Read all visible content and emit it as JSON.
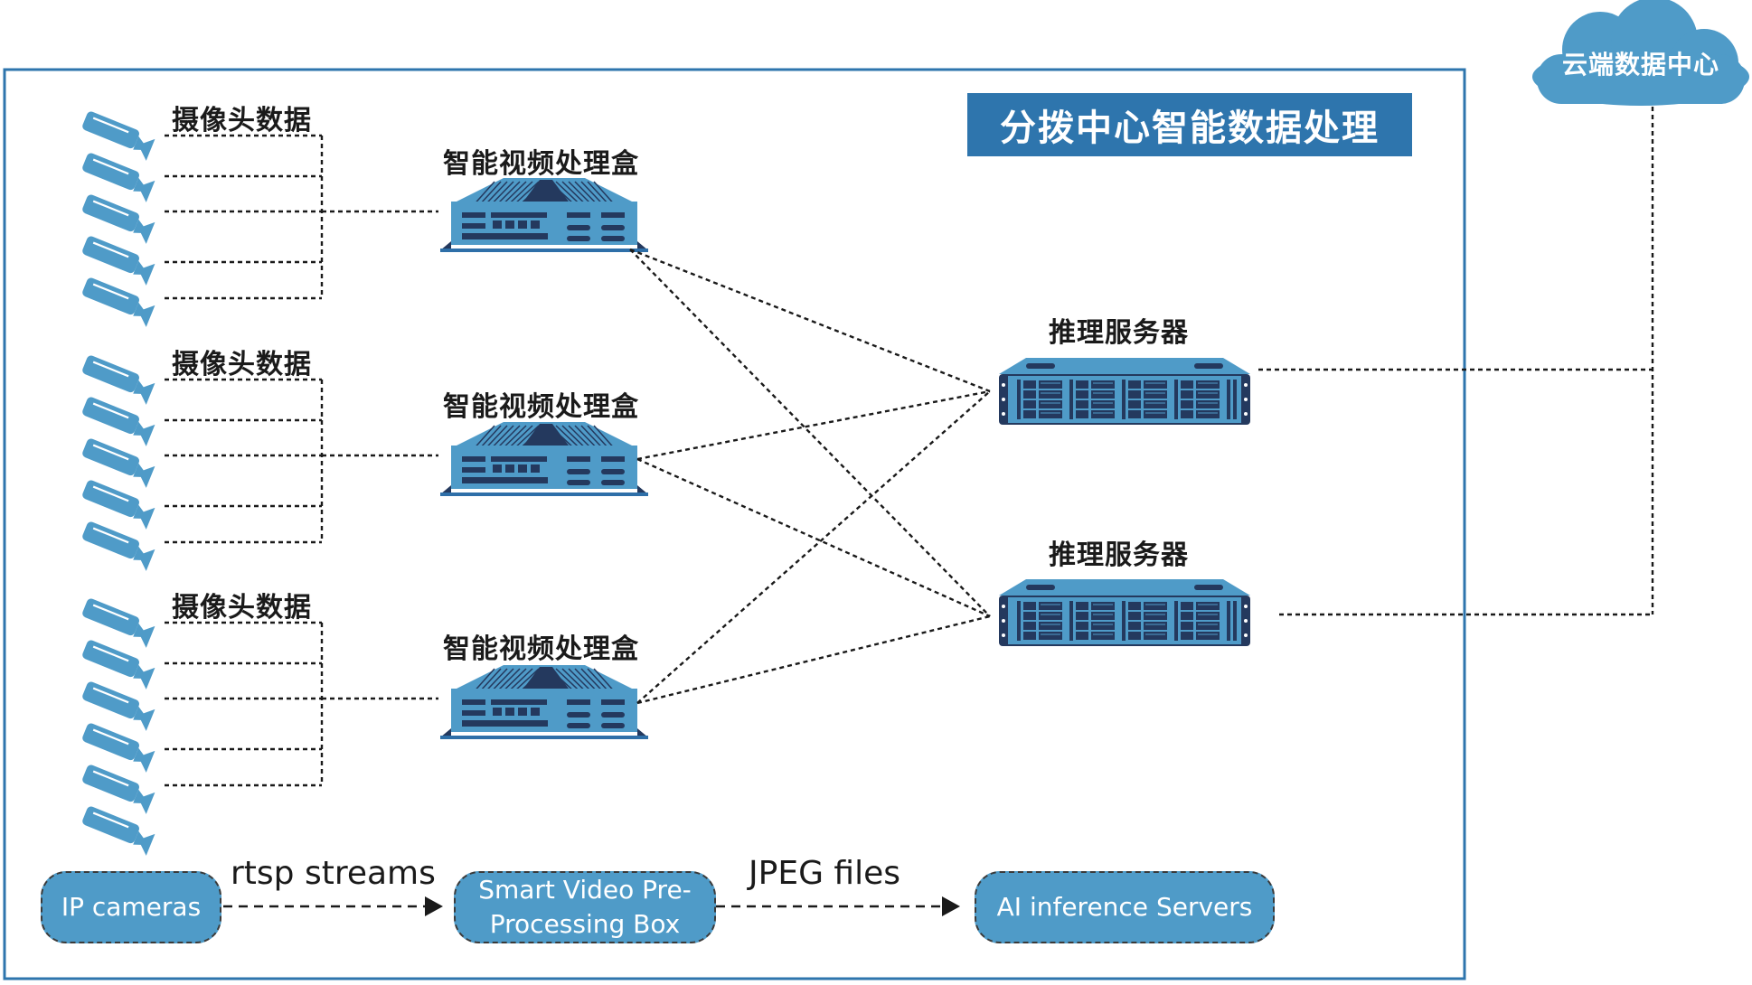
{
  "title": "分拨中心智能数据处理",
  "cloud": {
    "label": "云端数据中心",
    "icon": "cloud-icon"
  },
  "camera_groups": [
    {
      "label": "摄像头数据",
      "camera_count": 5,
      "line_count": 5
    },
    {
      "label": "摄像头数据",
      "camera_count": 5,
      "line_count": 5
    },
    {
      "label": "摄像头数据",
      "camera_count": 6,
      "line_count": 5
    }
  ],
  "processing_boxes": [
    {
      "label": "智能视频处理盒",
      "icon": "video-box-icon"
    },
    {
      "label": "智能视频处理盒",
      "icon": "video-box-icon"
    },
    {
      "label": "智能视频处理盒",
      "icon": "video-box-icon"
    }
  ],
  "servers": [
    {
      "label": "推理服务器",
      "icon": "rack-server-icon"
    },
    {
      "label": "推理服务器",
      "icon": "rack-server-icon"
    }
  ],
  "flow": {
    "nodes": [
      "IP cameras",
      "Smart Video Pre-\nProcessing Box",
      "AI inference Servers"
    ],
    "node_line1": "Smart Video Pre-",
    "node_line2": "Processing Box",
    "edges": [
      "rtsp streams",
      "JPEG files"
    ]
  },
  "connections": {
    "boxes_to_servers": "each box connects to both servers",
    "servers_to_cloud": "both servers connect to cloud data center"
  },
  "colors": {
    "frame": "#2e75ad",
    "title_bg": "#2e75ad",
    "device_light": "#4f9bc8",
    "device_dark": "#24395e",
    "line": "#1a1a1a"
  }
}
